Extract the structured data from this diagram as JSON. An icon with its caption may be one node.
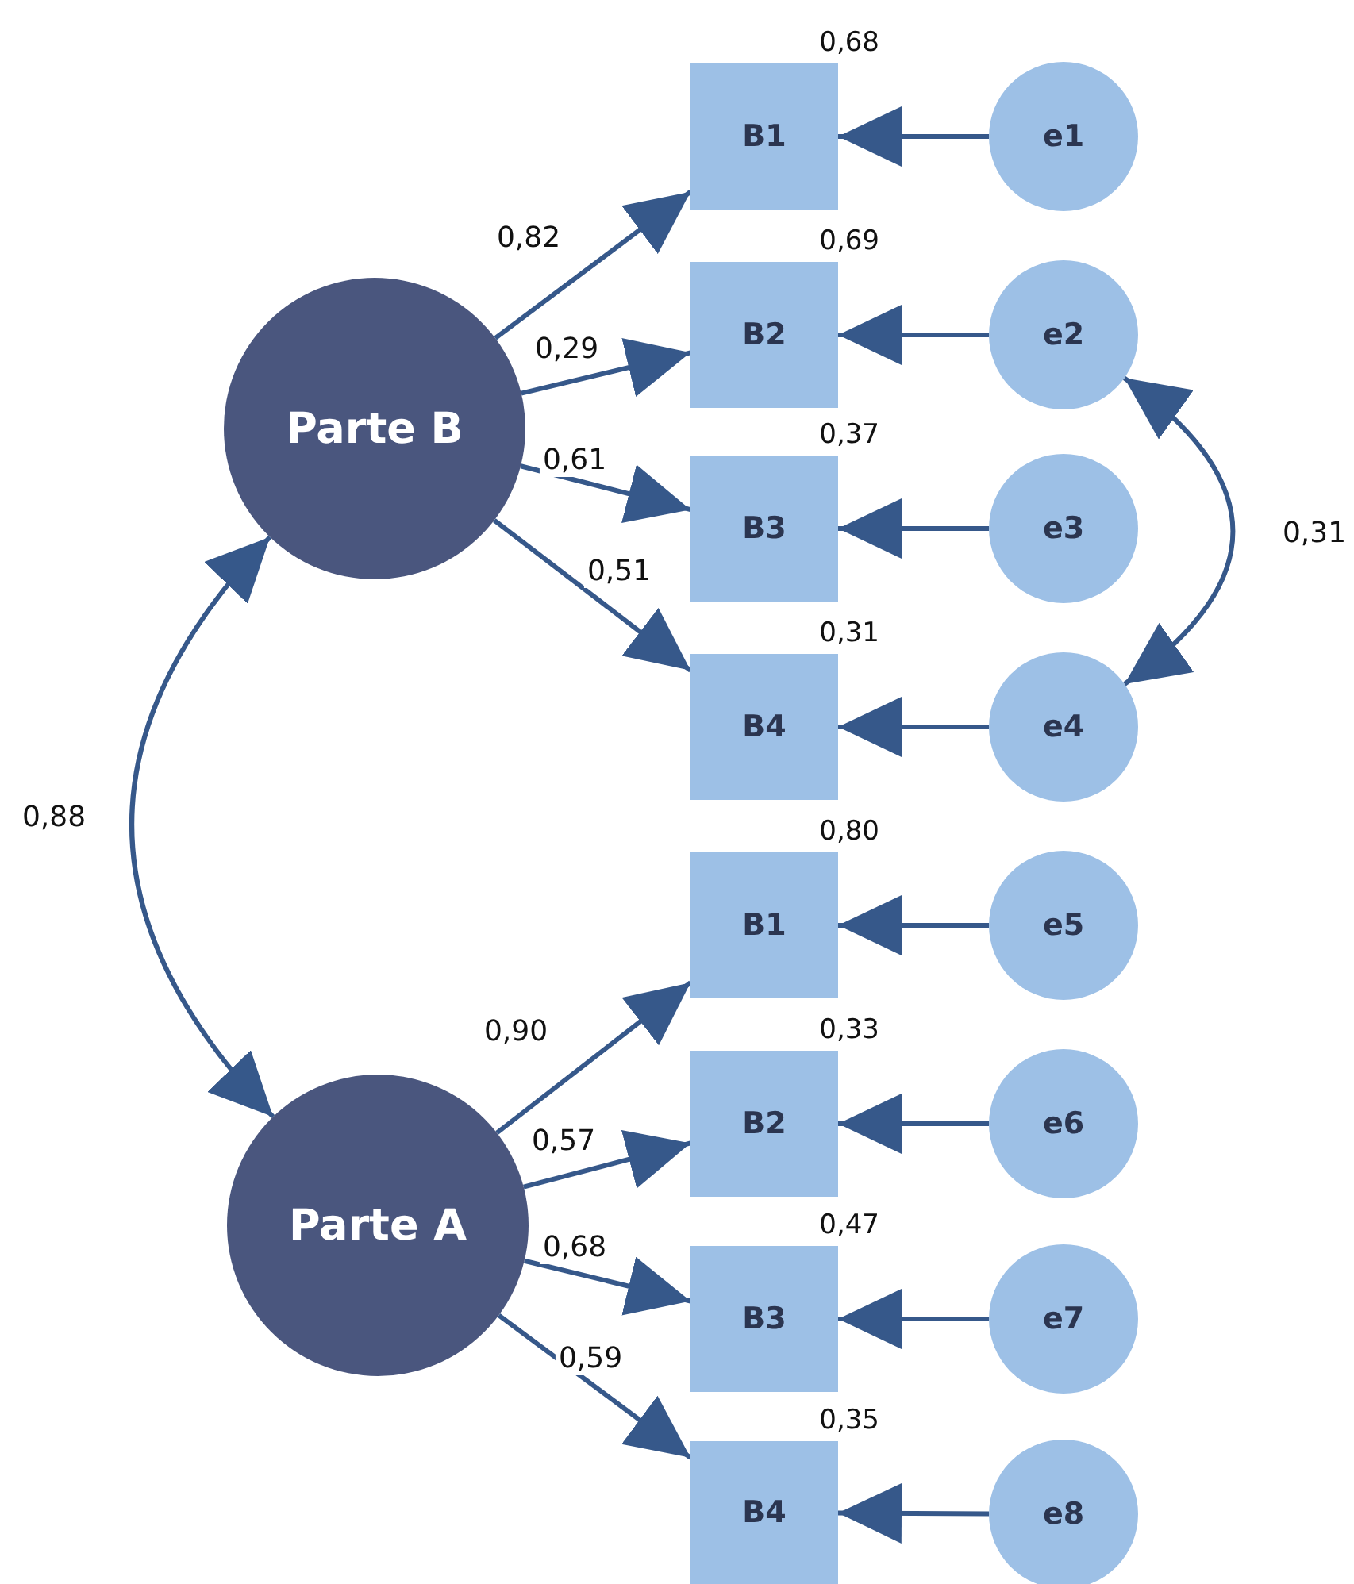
{
  "diagram": {
    "nodes": [
      {
        "text": [
          "Parte B"
        ]
      },
      {
        "text": [
          "B1"
        ],
        "beside": [
          "0,68"
        ]
      },
      {
        "text": [
          "B2"
        ],
        "beside": [
          "0,69"
        ]
      },
      {
        "text": [
          "B3"
        ],
        "beside": [
          "0,37"
        ]
      },
      {
        "text": [
          "B4"
        ],
        "beside": [
          "0,31"
        ]
      },
      {
        "text": [
          "e1"
        ]
      },
      {
        "text": [
          "e2"
        ]
      },
      {
        "text": [
          "e3"
        ]
      },
      {
        "text": [
          "e4"
        ]
      },
      {
        "text": [
          "Parte A"
        ]
      },
      {
        "text": [
          "B1"
        ],
        "beside": [
          "0,80"
        ]
      },
      {
        "text": [
          "B2"
        ],
        "beside": [
          "0,33"
        ]
      },
      {
        "text": [
          "B3"
        ],
        "beside": [
          "0,47"
        ]
      },
      {
        "text": [
          "B4"
        ],
        "beside": [
          "0,35"
        ]
      },
      {
        "text": [
          "e5"
        ]
      },
      {
        "text": [
          "e6"
        ]
      },
      {
        "text": [
          "e7"
        ]
      },
      {
        "text": [
          "e8"
        ]
      }
    ],
    "edges": [
      {
        "from": 0,
        "to": 1,
        "arrow": "to",
        "label": "0,82"
      },
      {
        "from": 0,
        "to": 2,
        "arrow": "to",
        "label": "0,29"
      },
      {
        "from": 0,
        "to": 3,
        "arrow": "to",
        "label": "0,61"
      },
      {
        "from": 0,
        "to": 4,
        "arrow": "to",
        "label": "0,51"
      },
      {
        "from": 5,
        "to": 1,
        "arrow": "to"
      },
      {
        "from": 6,
        "to": 2,
        "arrow": "to"
      },
      {
        "from": 7,
        "to": 3,
        "arrow": "to"
      },
      {
        "from": 8,
        "to": 4,
        "arrow": "to"
      },
      {
        "from": 6,
        "to": 8,
        "arrow": "both",
        "label": "0,31"
      },
      {
        "from": 9,
        "to": 10,
        "arrow": "to",
        "label": "0,90"
      },
      {
        "from": 9,
        "to": 11,
        "arrow": "to",
        "label": "0,57"
      },
      {
        "from": 9,
        "to": 12,
        "arrow": "to",
        "label": "0,68"
      },
      {
        "from": 9,
        "to": 13,
        "arrow": "to",
        "label": "0,59"
      },
      {
        "from": 14,
        "to": 10,
        "arrow": "to"
      },
      {
        "from": 15,
        "to": 11,
        "arrow": "to"
      },
      {
        "from": 16,
        "to": 12,
        "arrow": "to"
      },
      {
        "from": 17,
        "to": 13,
        "arrow": "to"
      },
      {
        "from": 0,
        "to": 9,
        "arrow": "both",
        "label": "0,88"
      }
    ]
  }
}
